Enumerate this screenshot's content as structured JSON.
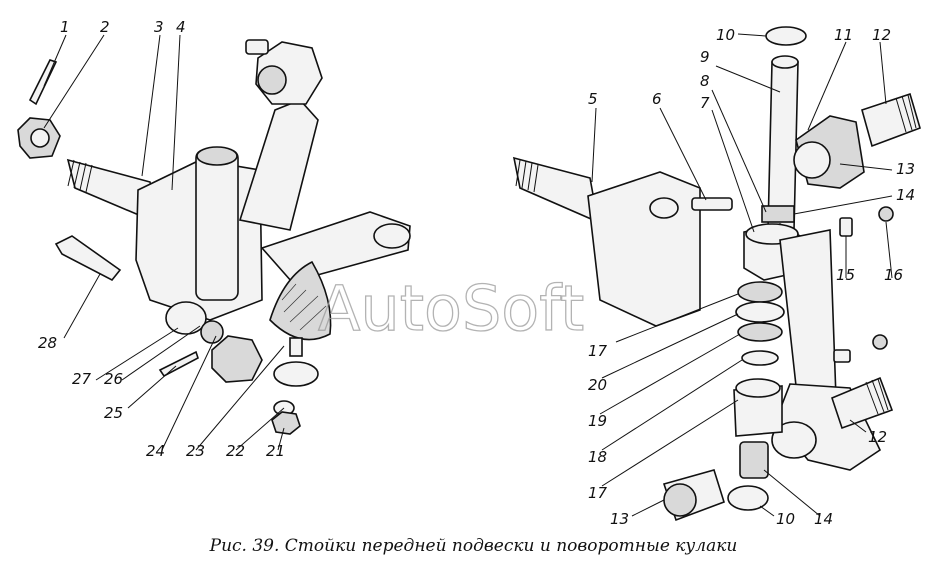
{
  "figure": {
    "caption": "Рис. 39. Стойки передней подвески и поворотные кулаки",
    "watermark": "AutoSoft"
  },
  "callouts_left": [
    "1",
    "2",
    "3",
    "4",
    "28",
    "27",
    "26",
    "25",
    "24",
    "23",
    "22",
    "21"
  ],
  "callouts_right": [
    "10",
    "9",
    "8",
    "7",
    "5",
    "6",
    "11",
    "12",
    "13",
    "14",
    "15",
    "16",
    "17",
    "20",
    "19",
    "18",
    "17",
    "12",
    "13",
    "10",
    "14"
  ]
}
